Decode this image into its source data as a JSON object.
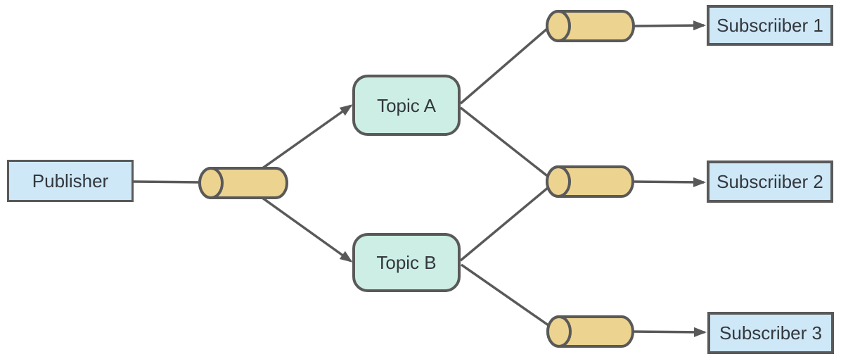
{
  "diagram": {
    "nodes": {
      "publisher": {
        "label": "Publisher",
        "shape": "rectangle",
        "fill": "#cee8f7"
      },
      "queue_1": {
        "label": "",
        "shape": "cylinder",
        "fill": "#ecd38f"
      },
      "topic_a": {
        "label": "Topic A",
        "shape": "rounded-rectangle",
        "fill": "#cdeee4"
      },
      "topic_b": {
        "label": "Topic B",
        "shape": "rounded-rectangle",
        "fill": "#cdeee4"
      },
      "queue_2": {
        "label": "",
        "shape": "cylinder",
        "fill": "#ecd38f"
      },
      "queue_3": {
        "label": "",
        "shape": "cylinder",
        "fill": "#ecd38f"
      },
      "queue_4": {
        "label": "",
        "shape": "cylinder",
        "fill": "#ecd38f"
      },
      "subscriber_1": {
        "label": "Subscriiber 1",
        "shape": "rectangle",
        "fill": "#cee8f7"
      },
      "subscriber_2": {
        "label": "Subscriiber 2",
        "shape": "rectangle",
        "fill": "#cee8f7"
      },
      "subscriber_3": {
        "label": "Subscriber 3",
        "shape": "rectangle",
        "fill": "#cee8f7"
      }
    },
    "edges": [
      {
        "from": "publisher",
        "to": "queue_1",
        "arrow": false
      },
      {
        "from": "queue_1",
        "to": "topic_a",
        "arrow": true
      },
      {
        "from": "queue_1",
        "to": "topic_b",
        "arrow": true
      },
      {
        "from": "topic_a",
        "to": "queue_2",
        "arrow": false
      },
      {
        "from": "topic_a",
        "to": "queue_3",
        "arrow": false
      },
      {
        "from": "topic_b",
        "to": "queue_3",
        "arrow": false
      },
      {
        "from": "topic_b",
        "to": "queue_4",
        "arrow": false
      },
      {
        "from": "queue_2",
        "to": "subscriber_1",
        "arrow": true
      },
      {
        "from": "queue_3",
        "to": "subscriber_2",
        "arrow": true
      },
      {
        "from": "queue_4",
        "to": "subscriber_3",
        "arrow": true
      }
    ],
    "colors": {
      "background": "#ffffff",
      "box-fill": "#cee8f7",
      "topic-fill": "#cdeee4",
      "cylinder-fill": "#ecd38f",
      "stroke": "#595959",
      "text": "#33383d"
    }
  }
}
